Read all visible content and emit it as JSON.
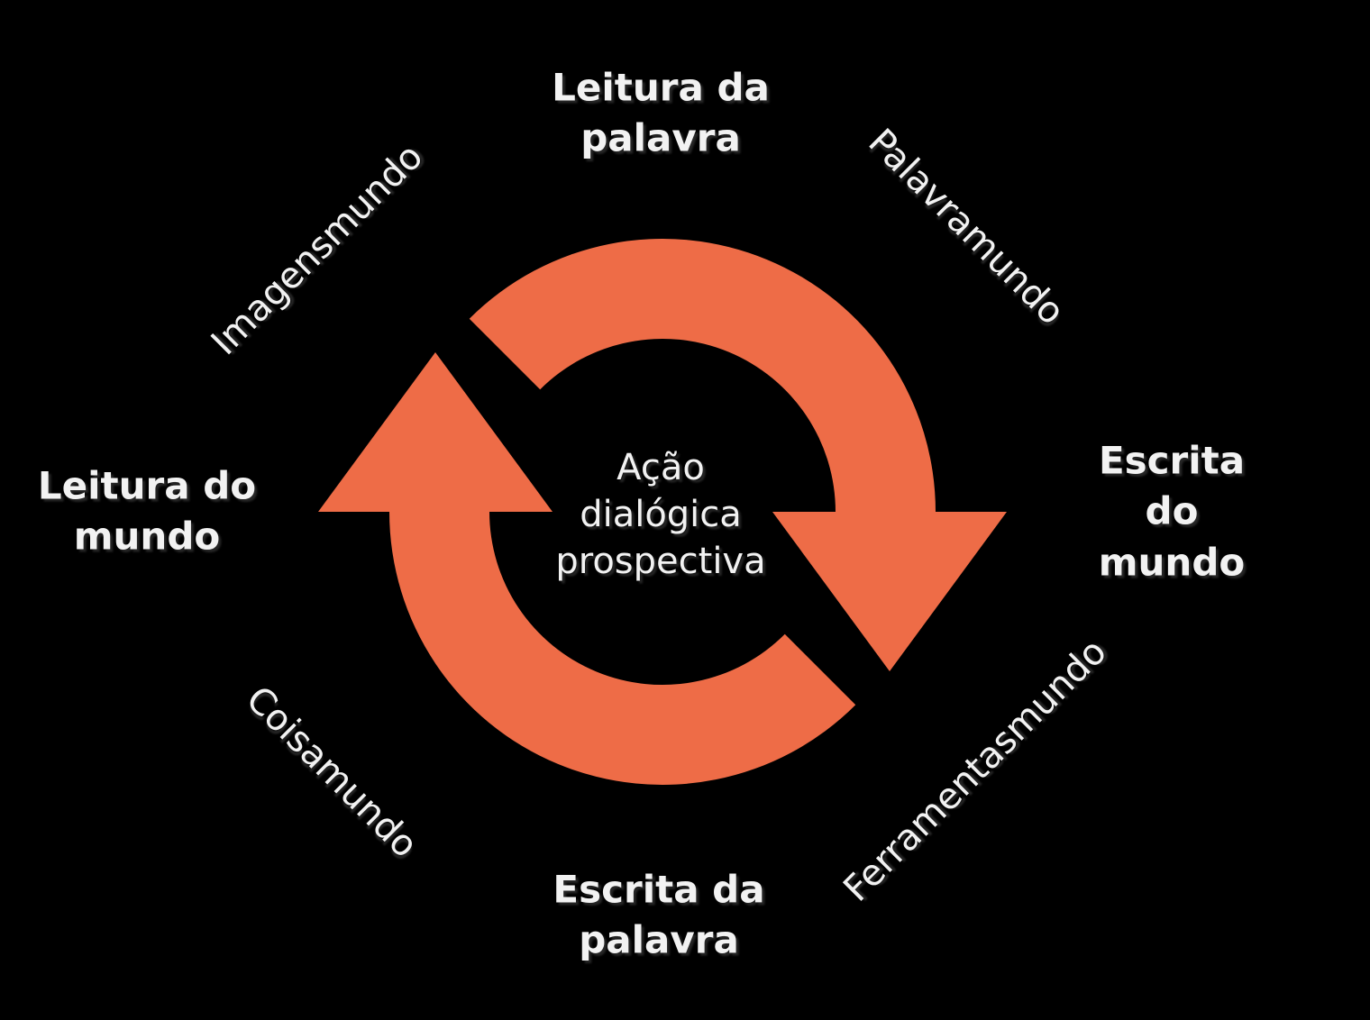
{
  "colors": {
    "background": "#000000",
    "arrow": "#EE6C47",
    "label": "#F2F2F2"
  },
  "center": {
    "text": "Ação\ndialógica\nprospectiva"
  },
  "axis_labels": {
    "top": "Leitura da\npalavra",
    "right": "Escrita do\nmundo",
    "bottom": "Escrita da\npalavra",
    "left": "Leitura do\nmundo"
  },
  "diagonal_labels": {
    "top_left": "Imagensmundo",
    "top_right": "Palavramundo",
    "bottom_left": "Coisamundo",
    "bottom_right": "Ferramentasmundo"
  }
}
